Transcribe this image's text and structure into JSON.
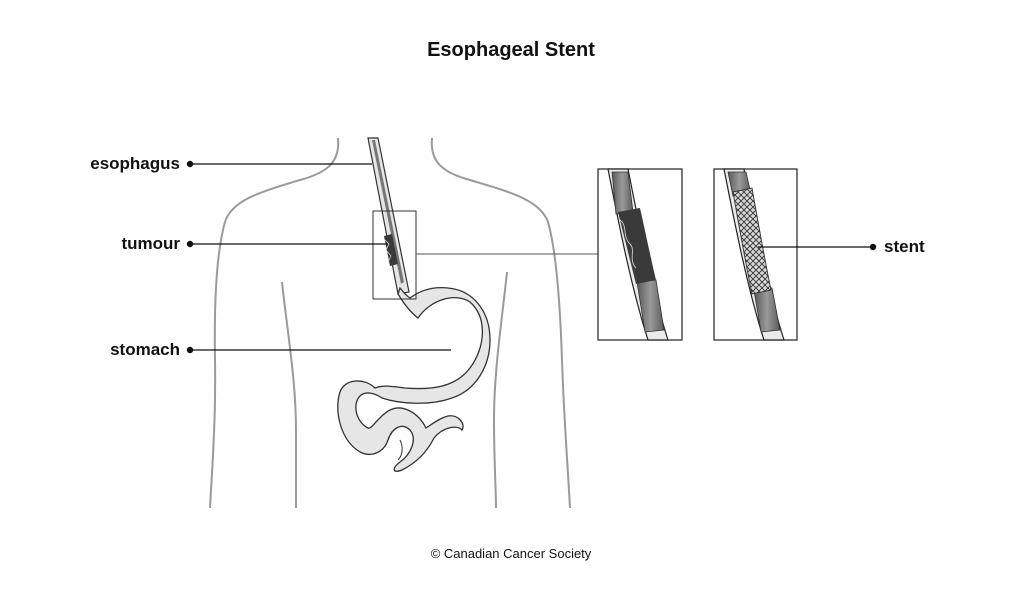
{
  "title": "Esophageal Stent",
  "labels": {
    "esophagus": "esophagus",
    "tumour": "tumour",
    "stomach": "stomach",
    "stent": "stent"
  },
  "credit": "© Canadian Cancer Society",
  "colors": {
    "outline": "#9a9a9a",
    "organ_fill": "#e6e6e6",
    "tube_fill": "#7a7a7a",
    "tumour_fill": "#3a3a3a"
  }
}
